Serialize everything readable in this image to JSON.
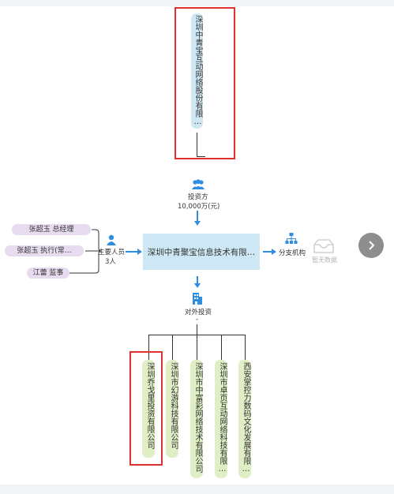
{
  "investor_company": {
    "name": "深圳中青宝互动网络股份有限…"
  },
  "investors_section": {
    "label": "投资方",
    "amount": "10,000万(元)"
  },
  "central_company": {
    "name": "深圳中青聚宝信息技术有限…"
  },
  "key_personnel": {
    "label": "主要人员",
    "count": "3人",
    "people": [
      "张超玉 总经理",
      "张超玉 执行(常…",
      "江蕾 监事"
    ]
  },
  "branch": {
    "label": "分支机构",
    "empty_text": "暂无数据"
  },
  "outbound": {
    "label": "对外投资",
    "sublabel": "-",
    "companies": [
      "深圳乔戈里投资有限公司",
      "深圳市幻游科技有限公司",
      "深圳市中富彩网络技术有限公司",
      "深圳市卓页互动网络科技有限…",
      "西安掌控力数码文化发展有限…"
    ]
  },
  "colors": {
    "accent": "#2f8ee0",
    "highlight_border": "#e0312f",
    "pill_blue": "#cfe7f2",
    "pill_green": "#dfeec5",
    "pill_purple": "#e6dbef"
  },
  "icons": [
    "people-icon",
    "person-icon",
    "org-icon",
    "building-icon",
    "inbox-empty-icon",
    "chevron-right-icon"
  ]
}
